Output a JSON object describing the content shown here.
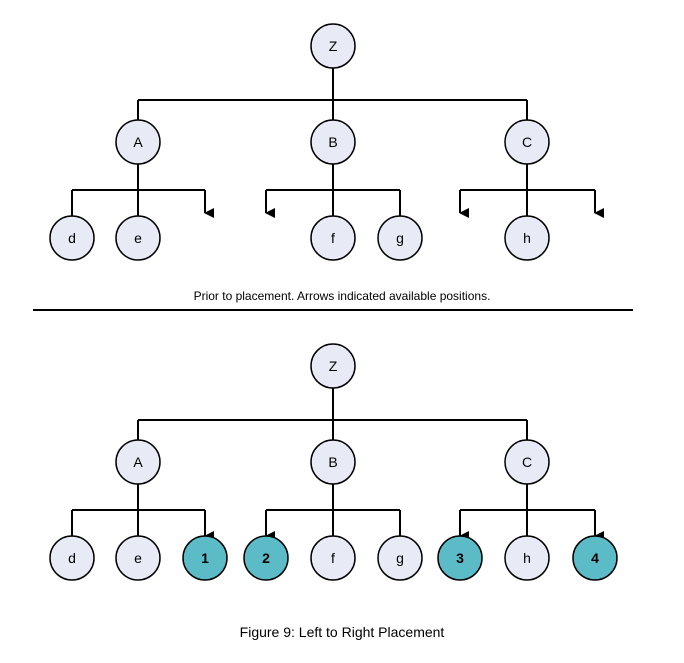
{
  "colors": {
    "node_fill": "#e8eaf6",
    "new_node_fill": "#5bbcc8",
    "line": "#000000"
  },
  "top_diagram": {
    "root": "Z",
    "level1": [
      "A",
      "B",
      "C"
    ],
    "leaves": [
      "d",
      "e",
      "f",
      "g",
      "h"
    ],
    "caption": "Prior to placement. Arrows indicated available positions."
  },
  "bottom_diagram": {
    "root": "Z",
    "level1": [
      "A",
      "B",
      "C"
    ],
    "leaves": [
      "d",
      "e",
      "1",
      "2",
      "f",
      "g",
      "3",
      "h",
      "4"
    ],
    "highlighted_leaves": [
      "1",
      "2",
      "3",
      "4"
    ],
    "caption": "Figure 9: Left to Right Placement"
  }
}
